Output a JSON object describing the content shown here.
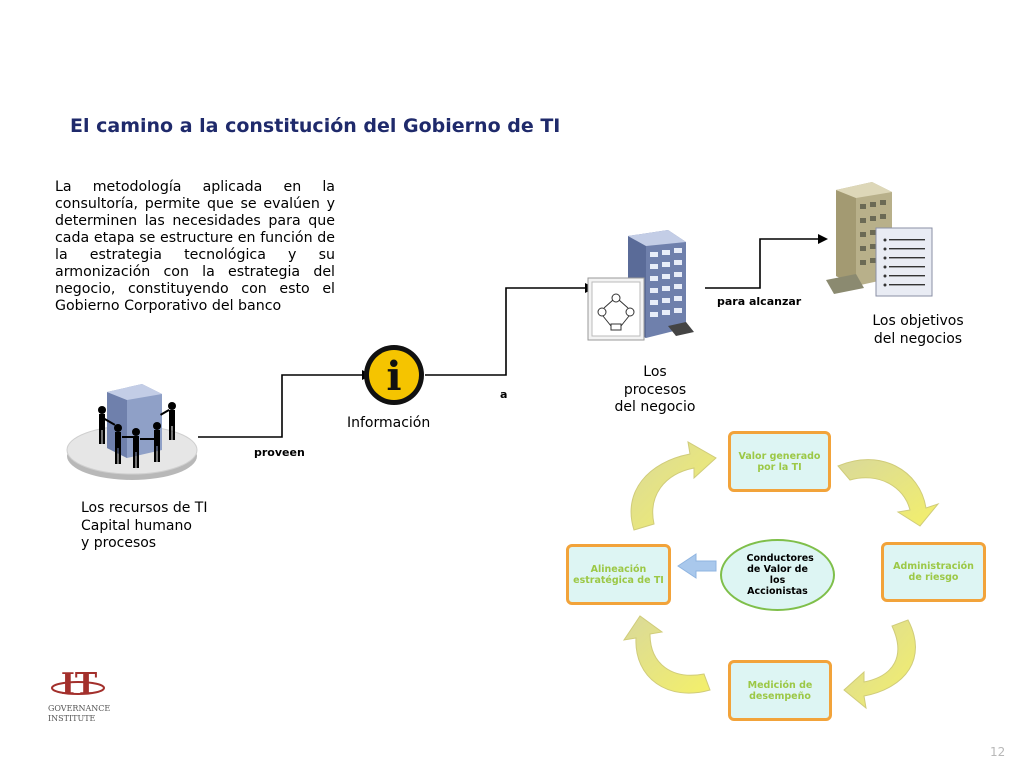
{
  "slide": {
    "title": "El camino a la constitución del Gobierno de TI",
    "intro": "La metodología aplicada en la consultoría, permite que se evalúen y determinen las necesidades para que cada etapa se estructure en función de la estrategia tecnológica y su armonización con la estrategia del negocio, constituyendo con esto el Gobierno Corporativo del banco",
    "page_number": "12"
  },
  "flow": {
    "resources": {
      "line1": "Los recursos de TI",
      "line2": "Capital humano",
      "line3": "y procesos"
    },
    "proveen": "proveen",
    "info_icon_glyph": "i",
    "informacion": "Información",
    "a": "a",
    "processes": {
      "line1": "Los procesos",
      "line2": "del negocio"
    },
    "para_alcanzar": "para alcanzar",
    "objectives": {
      "line1": "Los objetivos",
      "line2": "del negocios"
    }
  },
  "cycle": {
    "top": "Valor generado por la TI",
    "right": "Administración de riesgo",
    "bottom": "Medición de desempeño",
    "left": "Alineación estratégica de TI",
    "center": "Conductores de Valor de los Accionistas"
  },
  "logo": {
    "mark": "IT",
    "line1": "GOVERNANCE",
    "line2": "INSTITUTE"
  },
  "colors": {
    "title": "#1f2a6b",
    "box_border": "#f2a33a",
    "box_fill": "#ddf5f3",
    "box_text": "#9cc846",
    "arrow_yellow": "#f3ef6a",
    "logo_red": "#a3302c"
  }
}
